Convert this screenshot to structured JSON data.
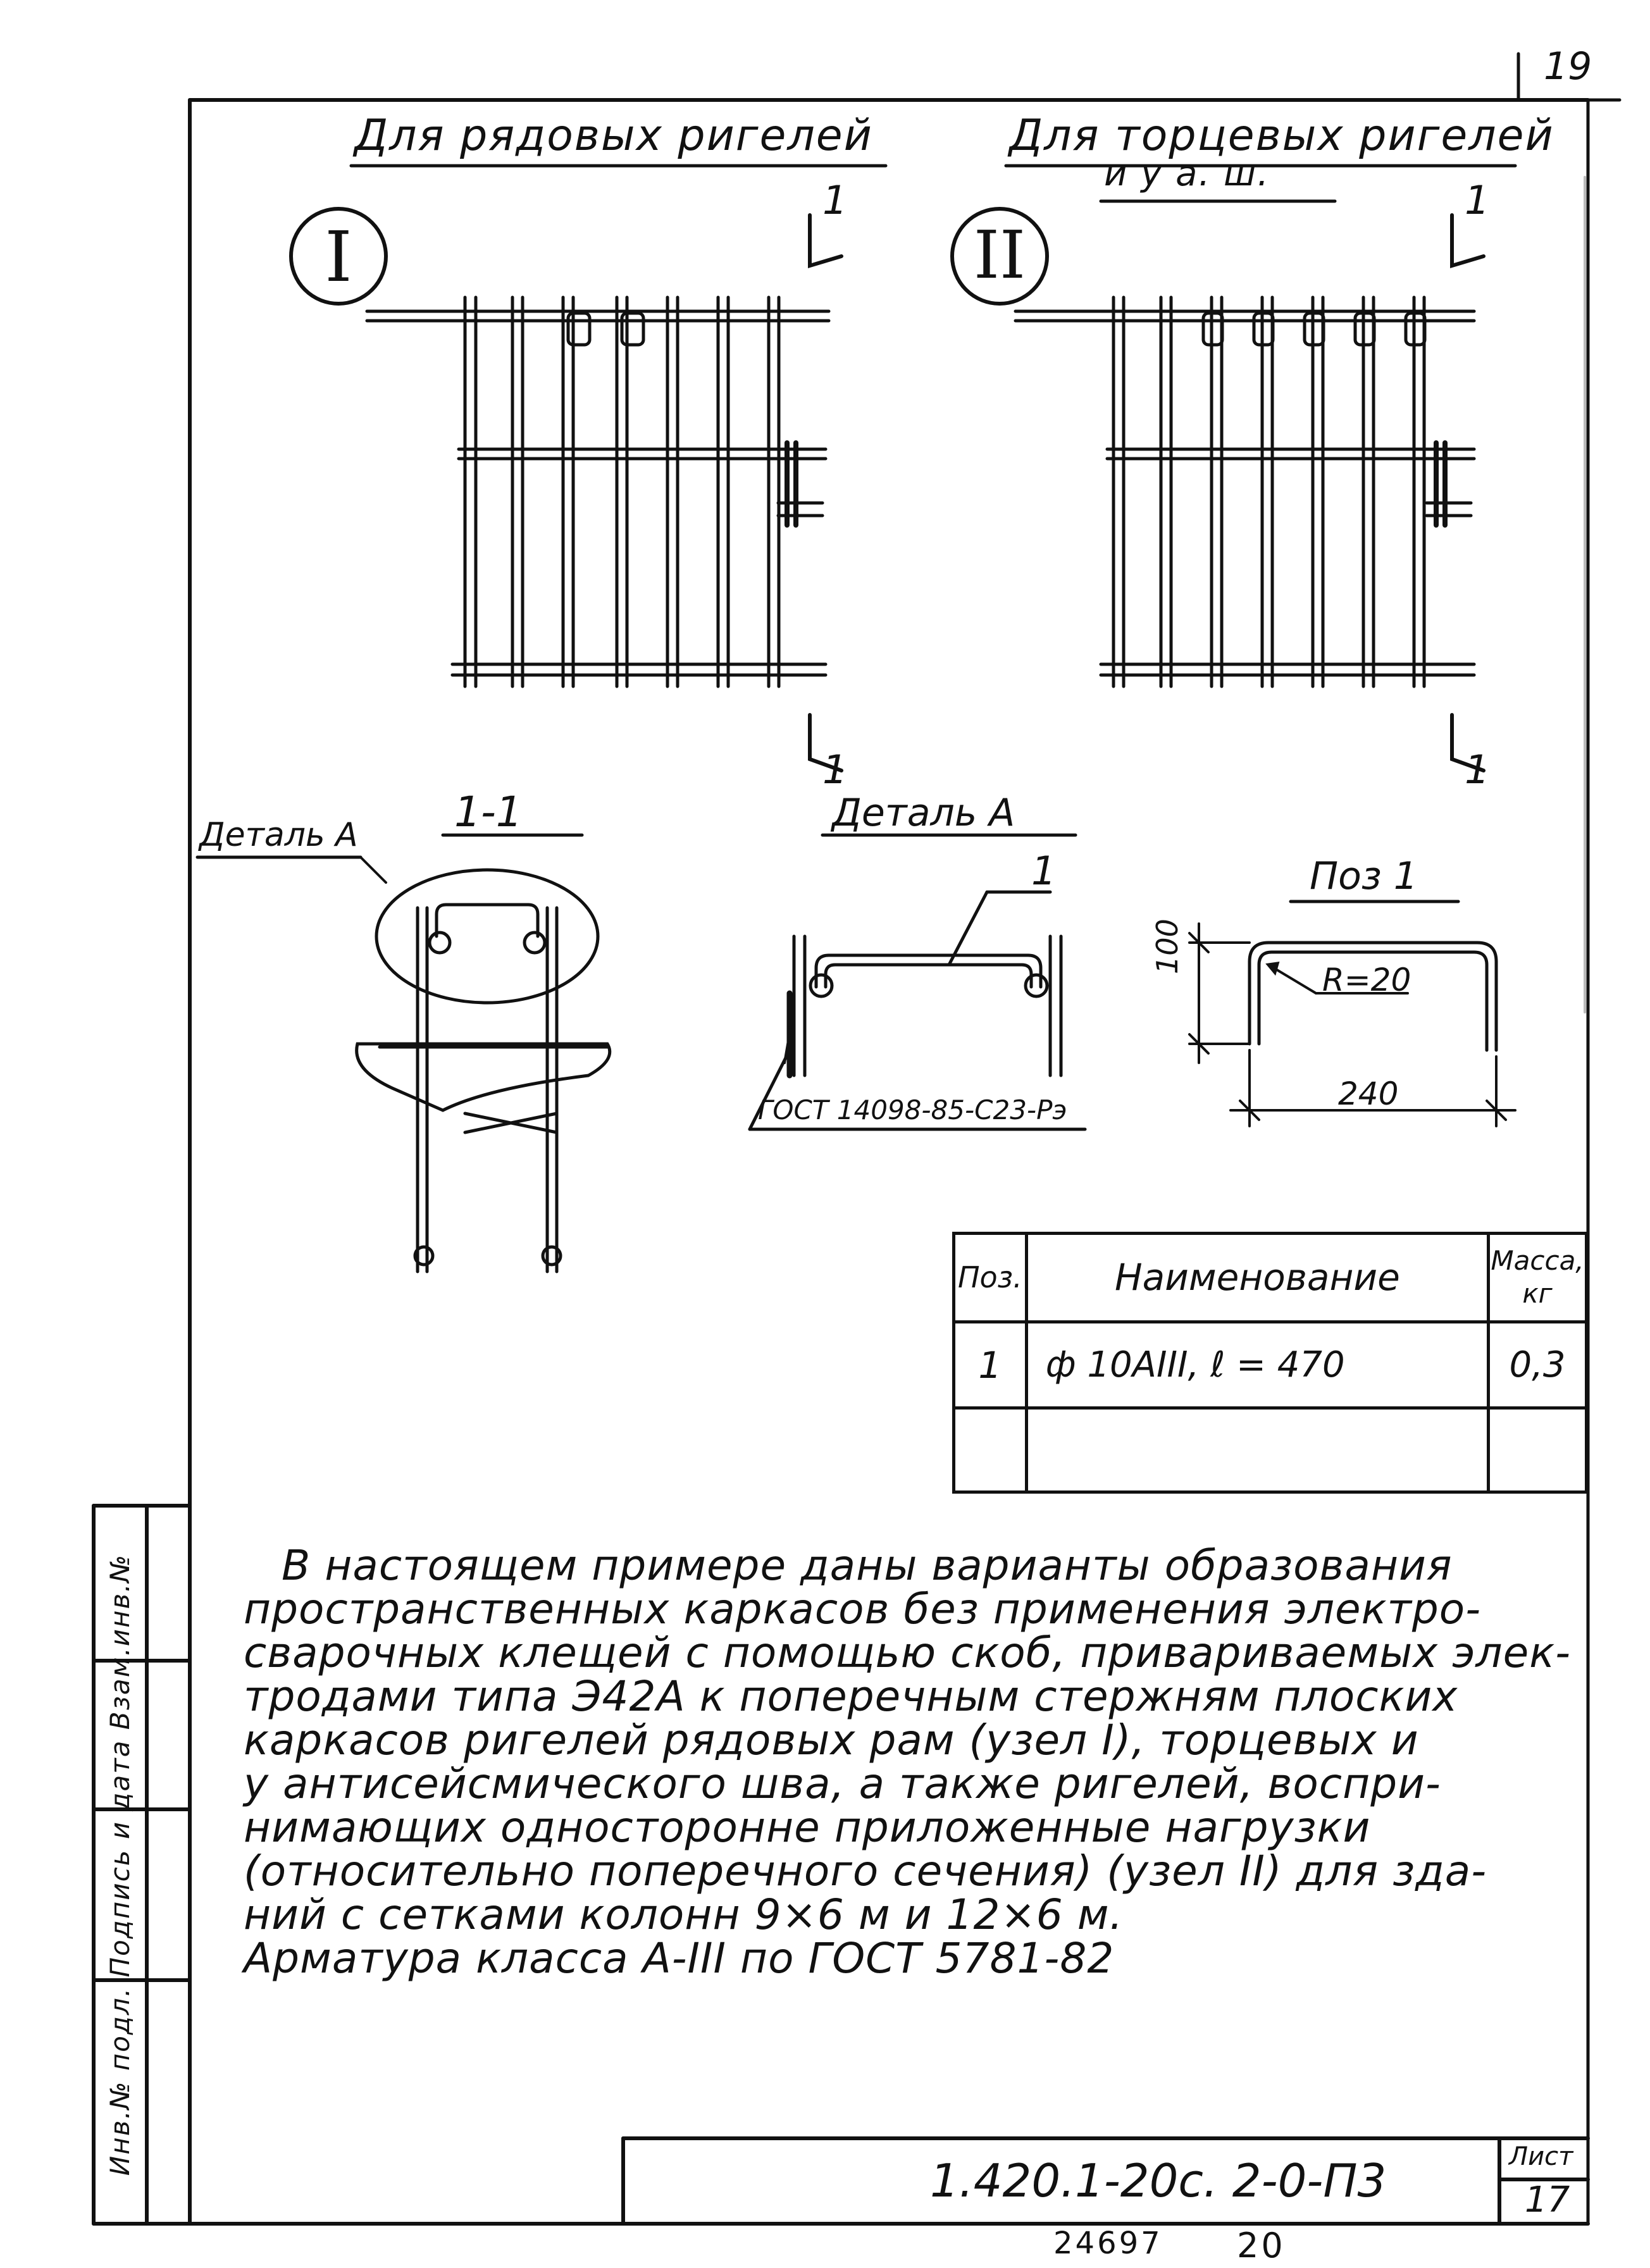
{
  "page_number": "19",
  "titles": {
    "left": "Для рядовых ригелей",
    "right_line1": "Для торцевых ригелей",
    "right_line2": "и у а. ш."
  },
  "nodes": {
    "node1": "I",
    "node2": "II"
  },
  "section_marks": {
    "top": "1",
    "bottom": "1"
  },
  "labels": {
    "section_title": "1-1",
    "detail_title": "Деталь А",
    "detail_callout": "Деталь А",
    "pos_title": "Поз 1",
    "detail_leader_number": "1",
    "weld_standard": "ГОСТ 14098-85-С23-Рэ",
    "dim_height": "100",
    "dim_radius": "R=20",
    "dim_width": "240"
  },
  "table": {
    "headers": {
      "pos": "Поз.",
      "name": "Наименование",
      "mass_l1": "Масса,",
      "mass_l2": "кг"
    },
    "rows": [
      {
        "pos": "1",
        "name": "ф 10АIII, ℓ = 470",
        "mass": "0,3"
      },
      {
        "pos": "",
        "name": "",
        "mass": ""
      }
    ]
  },
  "note_lines": [
    "В настоящем примере даны варианты образования",
    "пространственных каркасов без применения электро-",
    "сварочных клещей с помощью скоб, привариваемых элек-",
    "тродами типа Э42А к поперечным стержням плоских",
    "каркасов ригелей рядовых рам (узел I), торцевых и",
    "у антисейсмического шва, а также ригелей, воспри-",
    "нимающих односторонне приложенные нагрузки",
    "(относительно поперечного сечения) (узел II) для зда-",
    "ний с сетками колонн 9×6 м и 12×6 м.",
    "Арматура класса А-III по ГОСТ 5781-82"
  ],
  "side_stamp": "Инв.№ подл. Подпись и дата Взам.инв.№",
  "title_block": {
    "code": "1.420.1-20с. 2-0-П3",
    "sheet_label": "Лист",
    "sheet_number": "17"
  },
  "archive_number": "24697",
  "archive_suffix": "20"
}
